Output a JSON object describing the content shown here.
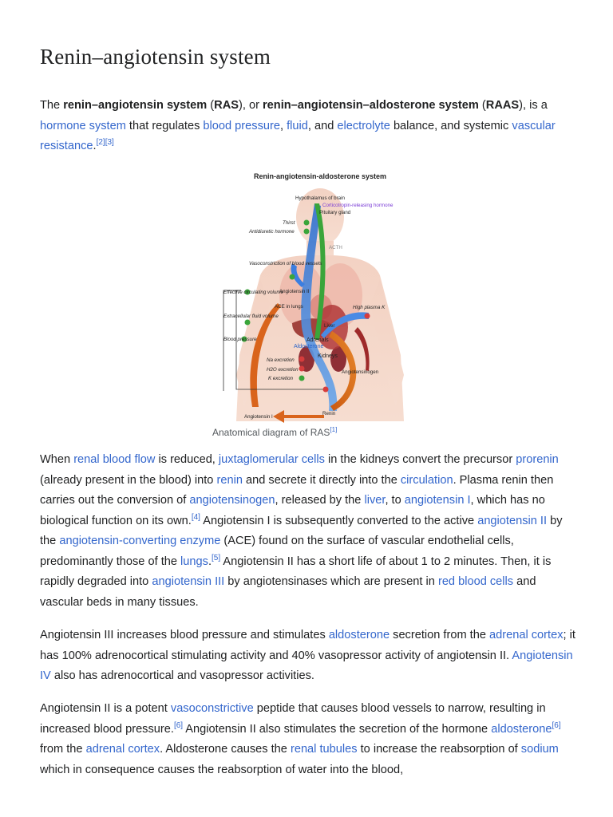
{
  "title": "Renin–angiotensin system",
  "intro": {
    "t1": "The ",
    "b1": "renin–angiotensin system",
    "t2": " (",
    "b2": "RAS",
    "t3": "), or ",
    "b3": "renin–angiotensin–aldosterone system",
    "t4": " (",
    "b4": "RAAS",
    "t5": "), is a ",
    "l1": "hormone system",
    "t6": " that regulates ",
    "l2": "blood pressure",
    "t7": ", ",
    "l3": "fluid",
    "t8": ", and ",
    "l4": "electrolyte",
    "t9": " balance, and systemic ",
    "l5": "vascular resistance",
    "t10": ".",
    "ref1": "[2]",
    "ref2": "[3]"
  },
  "figure": {
    "title": "Renin-angiotensin-aldosterone system",
    "caption": "Anatomical diagram of RAS",
    "caption_ref": "[1]",
    "labels": {
      "hypothalamus": "Hypothalamus of brain",
      "crh": "Corticotropin-releasing hormone",
      "pituitary": "Pituitary gland",
      "thirst": "Thirst",
      "adh": "Antidiuretic hormone",
      "acth": "ACTH",
      "vasoconstriction": "Vasoconstriction of blood vessels",
      "angiotensin2": "Angiotensin II",
      "ace": "ACE in lungs",
      "ecv": "Effective circulating volume",
      "ecf": "Extracellular fluid volume",
      "bp": "Blood pressure",
      "high_k": "High plasma K",
      "liver": "Liver",
      "adrenals": "Adrenals",
      "aldosterone": "Aldosterone",
      "kidneys": "Kidneys",
      "na": "Na excretion",
      "h2o": "H2O excretion",
      "k": "K excretion",
      "angiotensinogen": "Angiotensinogen",
      "angiotensin1": "Angiotensin I",
      "renin": "Renin"
    }
  },
  "p1": {
    "t1": "When ",
    "l1": "renal blood flow",
    "t2": " is reduced, ",
    "l2": "juxtaglomerular cells",
    "t3": " in the kidneys convert the precursor ",
    "l3": "prorenin",
    "t4": " (already present in the blood) into ",
    "l4": "renin",
    "t5": " and secrete it directly into the ",
    "l5": "circulation",
    "t6": ". Plasma renin then carries out the conversion of ",
    "l6": "angiotensinogen",
    "t7": ", released by the ",
    "l7": "liver",
    "t8": ", to ",
    "l8": "angiotensin I",
    "t9": ", which has no biological function on its own.",
    "ref1": "[4]",
    "t10": " Angiotensin I is subsequently converted to the active ",
    "l9": "angiotensin II",
    "t11": " by the ",
    "l10": "angiotensin-converting enzyme",
    "t12": " (ACE) found on the surface of vascular endothelial cells, predominantly those of the ",
    "l11": "lungs",
    "t13": ".",
    "ref2": "[5]",
    "t14": " Angiotensin II has a short life of about 1 to 2 minutes. Then, it is rapidly degraded into ",
    "l12": "angiotensin III",
    "t15": " by angiotensinases which are present in ",
    "l13": "red blood cells",
    "t16": " and vascular beds in many tissues."
  },
  "p2": {
    "t1": "Angiotensin III increases blood pressure and stimulates ",
    "l1": "aldosterone",
    "t2": " secretion from the ",
    "l2": "adrenal cortex",
    "t3": "; it has 100% adrenocortical stimulating activity and 40% vasopressor activity of angiotensin II. ",
    "l3": "Angiotensin IV",
    "t4": " also has adrenocortical and vasopressor activities."
  },
  "p3": {
    "t1": "Angiotensin II is a potent ",
    "l1": "vasoconstrictive",
    "t2": " peptide that causes blood vessels to narrow, resulting in increased blood pressure.",
    "ref1": "[6]",
    "t3": " Angiotensin II also stimulates the secretion of the hormone ",
    "l2": "aldosterone",
    "ref2": "[6]",
    "t4": " from the ",
    "l3": "adrenal cortex",
    "t5": ". Aldosterone causes the ",
    "l4": "renal tubules",
    "t6": " to increase the reabsorption of ",
    "l5": "sodium",
    "t7": " which in consequence causes the reabsorption of water into the blood,"
  }
}
